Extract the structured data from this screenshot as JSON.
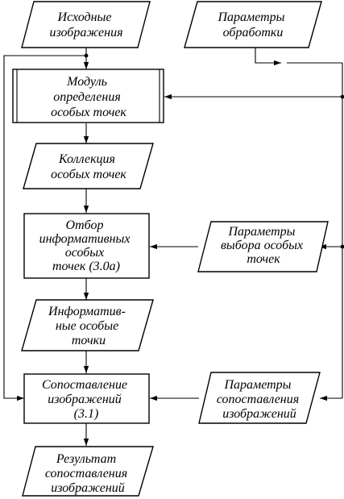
{
  "nodes": {
    "source_images": {
      "lines": [
        "Исходные",
        "изображения"
      ]
    },
    "processing_params": {
      "lines": [
        "Параметры",
        "обработки"
      ]
    },
    "keypoint_module": {
      "lines": [
        "Модуль",
        "определения",
        "особых точек"
      ]
    },
    "keypoint_collection": {
      "lines": [
        "Коллекция",
        "особых точек"
      ]
    },
    "selection": {
      "lines": [
        "Отбор",
        "информативных",
        "особых",
        "точек (3.0а)"
      ]
    },
    "selection_params": {
      "lines": [
        "Параметры",
        "выбора особых",
        "точек"
      ]
    },
    "informative_points": {
      "lines": [
        "Информатив-",
        "ные особые",
        "точки"
      ]
    },
    "matching": {
      "lines": [
        "Сопоставление",
        "изображений",
        "(3.1)"
      ]
    },
    "matching_params": {
      "lines": [
        "Параметры",
        "сопоставления",
        "изображений"
      ]
    },
    "result": {
      "lines": [
        "Результат",
        "сопоставления",
        "изображений"
      ]
    }
  },
  "colors": {
    "stroke": "#000000",
    "background": "#ffffff"
  }
}
